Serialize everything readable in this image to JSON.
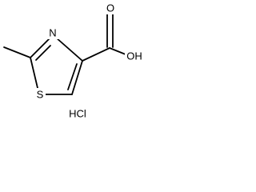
{
  "structure": {
    "atoms": {
      "nitrogen": "N",
      "sulfur": "S",
      "hydroxyl": "OH",
      "carbonyl_oxygen": "O"
    },
    "salt": "HCl"
  }
}
